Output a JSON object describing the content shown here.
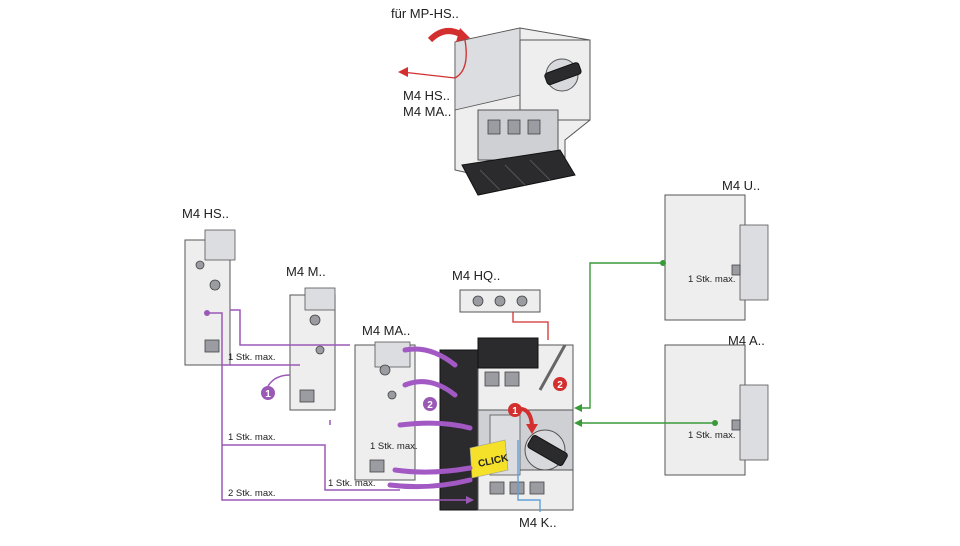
{
  "labels": {
    "mp_hs": "für MP-HS..",
    "m4_hs_top": "M4 HS..",
    "m4_ma_top": "M4 MA..",
    "m4_hs_left": "M4 HS..",
    "m4_m": "M4 M..",
    "m4_ma": "M4 MA..",
    "m4_hq": "M4 HQ..",
    "m4_u": "M4 U..",
    "m4_a": "M4 A..",
    "m4_k": "M4 K..",
    "click": "CLICK"
  },
  "quantities": {
    "q1": "1 Stk. max.",
    "q2": "1 Stk. max.",
    "q3": "1 Stk. max.",
    "q4": "1 Stk. max.",
    "q5": "2 Stk. max.",
    "q_u": "1 Stk. max.",
    "q_a": "1 Stk. max."
  },
  "steps": {
    "s1": "1",
    "s2": "2",
    "s3": "1",
    "s4": "2"
  },
  "colors": {
    "purple": "#9b59b6",
    "green": "#3a9a3a",
    "red": "#d32f2f",
    "blue": "#5fa0d8",
    "click_yellow": "#f5e02a"
  }
}
